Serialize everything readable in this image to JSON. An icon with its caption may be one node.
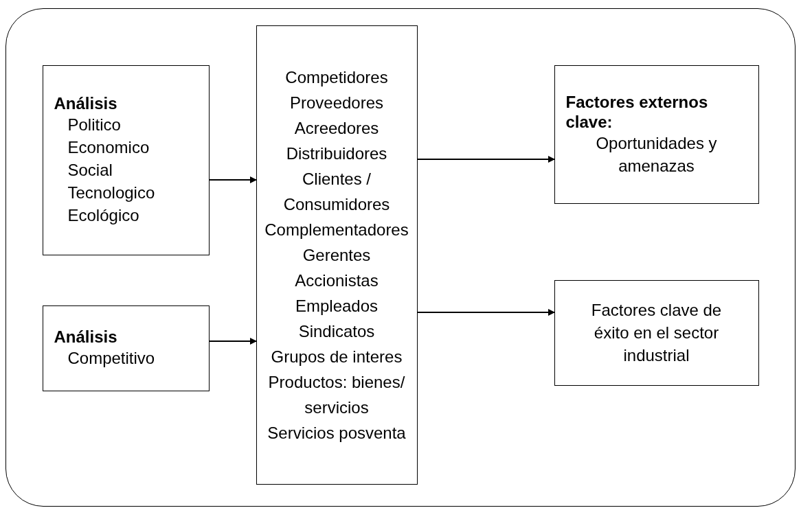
{
  "diagram": {
    "nodes": [
      {
        "text": [],
        "shape": "box"
      },
      {
        "text": [
          "Análisis",
          "Politico",
          "Economico",
          "Social",
          "Tecnologico",
          "Ecológico"
        ],
        "in": 0
      },
      {
        "text": [
          "Análisis",
          "Competitivo"
        ],
        "in": 0
      },
      {
        "text": [
          "Competidores",
          "Proveedores",
          "Acreedores",
          "Distribuidores",
          "Clientes / Consumidores",
          "Complementadores",
          "Gerentes",
          "Accionistas",
          "Empleados",
          "Sindicatos",
          "Grupos de interes",
          "Productos: bienes/ servicios",
          "Servicios posventa"
        ],
        "in": 0
      },
      {
        "text": [
          "Factores externos clave:",
          "Oportunidades y amenazas"
        ],
        "in": 0
      },
      {
        "text": [
          "Factores clave de éxito en el sector industrial"
        ],
        "in": 0
      }
    ],
    "edges": [
      {
        "from": 1,
        "to": 3,
        "arrow": "to"
      },
      {
        "from": 2,
        "to": 3,
        "arrow": "to"
      },
      {
        "from": 3,
        "to": 4,
        "arrow": "to"
      },
      {
        "from": 3,
        "to": 5,
        "arrow": "to"
      }
    ]
  }
}
